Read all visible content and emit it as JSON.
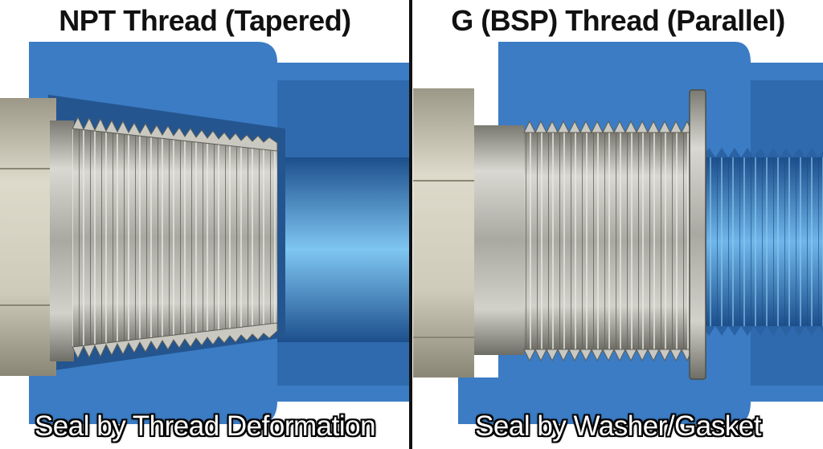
{
  "panels": [
    {
      "title": "NPT Thread (Tapered)",
      "caption": "Seal by Thread Deformation"
    },
    {
      "title": "G (BSP) Thread (Parallel)",
      "caption": "Seal by Washer/Gasket"
    }
  ],
  "colors": {
    "housing_blue": "#3b7cc4",
    "bore_blue": "#5aa8e0",
    "steel": "#b8b8b0",
    "steel_dark": "#6e6e68",
    "hex_tan": "#c8c4b4",
    "divider": "#111111"
  }
}
